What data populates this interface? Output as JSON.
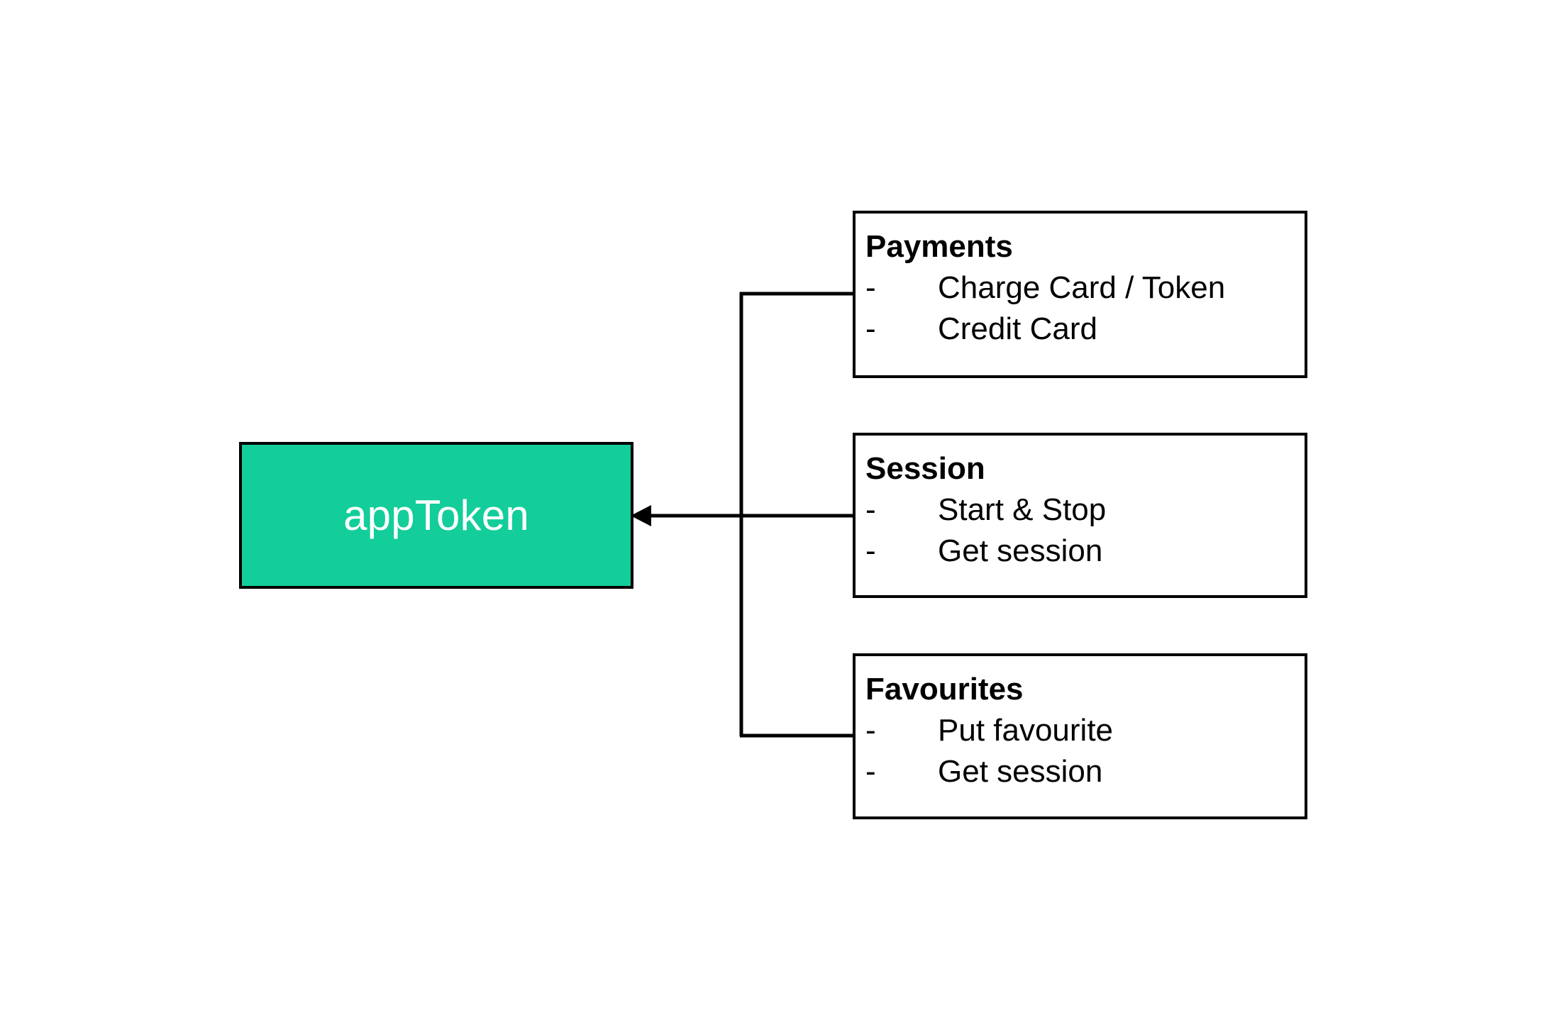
{
  "diagram": {
    "title": "appToken",
    "background_color": "#ffffff",
    "line_color": "#000000",
    "main_node": {
      "label": "appToken",
      "fill_color": "#13cd9a",
      "text_color": "#ffffff",
      "border_color": "#000000"
    },
    "connector": {
      "arrow_name": "arrowhead-into-apptoken",
      "direction": "right-to-left",
      "branch_count": 3
    },
    "groups": [
      {
        "id": "payments",
        "title": "Payments",
        "items": [
          {
            "bullet": "-",
            "text": "Charge Card / Token"
          },
          {
            "bullet": "-",
            "text": "Credit Card"
          }
        ]
      },
      {
        "id": "session",
        "title": "Session",
        "items": [
          {
            "bullet": "-",
            "text": "Start & Stop"
          },
          {
            "bullet": "-",
            "text": "Get session"
          }
        ]
      },
      {
        "id": "favourites",
        "title": "Favourites",
        "items": [
          {
            "bullet": "-",
            "text": "Put favourite"
          },
          {
            "bullet": "-",
            "text": "Get session"
          }
        ]
      }
    ]
  }
}
